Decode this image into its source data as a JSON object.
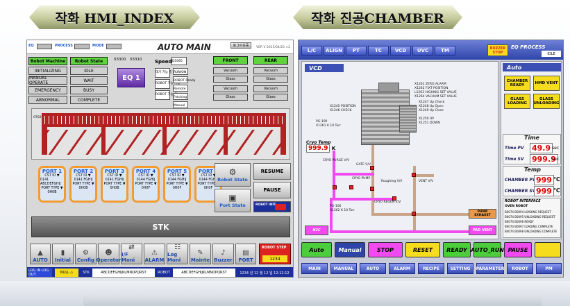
{
  "banners": {
    "left": "작화 HMI_INDEX",
    "right": "작화 진공CHAMBER"
  },
  "hmi_index": {
    "top": {
      "eq_label": "EQ",
      "process_label": "PROCESS",
      "mode_label": "MODE",
      "title": "AUTO MAIN",
      "logout_label": "로그아웃중",
      "version": "VER V 2015/04/23 ×2"
    },
    "status_columns": {
      "col1": [
        "Robot Machine",
        "INITIALIZING",
        "MANUAL OPERATE",
        "EMERGENCY",
        "ABNORMAL"
      ],
      "col2": [
        "Robot State",
        "IDLE",
        "WAIT",
        "BUSY",
        "COMPLETE"
      ]
    },
    "counters": [
      "03300",
      "03310"
    ],
    "eq_button": "EQ 1",
    "speed_label": "Speed",
    "speed_code": "D5065",
    "robot_status": [
      "대기 가능 중",
      "ROBOT 가능 가능",
      "ROBOT 가능 중",
      "RUN/ON",
      "ROBOT Ready",
      "Remote",
      "Fetching",
      "Manual"
    ],
    "front_label": "FRONT",
    "rear_label": "REAR",
    "front_items": [
      "Vacuum",
      "Glass",
      "Vacuum",
      "Glass"
    ],
    "rear_items": [
      "Vacuum",
      "Glass",
      "Vacuum",
      "Glass"
    ],
    "conveyor_code": "07020",
    "ports": [
      {
        "title": "PORT 1",
        "cst": "CST ID ▼",
        "id": "0141 ABCDEFGHIJ",
        "type": "PORT TYPE ▼",
        "code": "0H0B"
      },
      {
        "title": "PORT 2",
        "cst": "CST ID ▼",
        "id": "0141 FGHIJ",
        "type": "PORT TYPE ▼",
        "code": "0H0B"
      },
      {
        "title": "PORT 3",
        "cst": "CST ID ▼",
        "id": "0141 FGHIJ",
        "type": "PORT TYPE ▼",
        "code": "0H0B"
      },
      {
        "title": "PORT 4",
        "cst": "CST ID ▼",
        "id": "0144 FGHIJ",
        "type": "PORT TYPE ▼",
        "code": "0H0F"
      },
      {
        "title": "PORT 5",
        "cst": "CST ID ▼",
        "id": "0144 FGHIJ",
        "type": "PORT TYPE ▼",
        "code": "0H0F"
      },
      {
        "title": "PORT 6",
        "cst": "CST ID ▼",
        "id": "0144 FGHIJ",
        "type": "PORT TYPE ▼",
        "code": "0H0F"
      }
    ],
    "robot_state_btn": "Robot State",
    "port_state_btn": "Port State",
    "resume_btn": "RESUME",
    "pause_btn": "PAUSE",
    "robot_init": "ROBOT INIT",
    "stk_label": "STK",
    "nav": [
      "AUTO",
      "Initial",
      "Config",
      "Operator",
      "I/F Moni",
      "ALARM",
      "Log Moni",
      "Mainte",
      "Buzzer",
      "PORT"
    ],
    "robot_step_label": "ROBOT STEP",
    "robot_step_value": "1234",
    "bottom": {
      "login": "LOG IN LOG OUT",
      "null": "NULL ◇",
      "stk": "STK",
      "alphabet": "ABCDEFGHIJKLMNOPQRST",
      "robot": "ROBOT",
      "alphabet2": "ABCDEFGHIJKLMNOPQRST",
      "datetime": "1234 년 12 월 12 일 12:12:12"
    }
  },
  "vacuum_chamber": {
    "tabs": [
      "L/C",
      "ALIGN",
      "PT",
      "TC",
      "VCD",
      "UVC",
      "TM"
    ],
    "buzzer_stop": "BUZZER STOP",
    "eq_process": "EQ PROCESS",
    "idle_label": "IDLE",
    "diagram_title": "VCD",
    "alarm_labels": [
      "X1261 ZERO ALARM",
      "X1262 FIXT POSITION",
      "L1263 HIGHING SET VALUE",
      "X1264 VACUUM SET VALUE"
    ],
    "position_labels": [
      "X1245 POSITION",
      "X1246 CHECK",
      "X1247 Up Check",
      "X1248 Up Open",
      "X1249 Up Close",
      "X1250 UP",
      "X1251 DOWN"
    ],
    "gauge_labels": [
      "PG-100",
      "X1261 K 10 Torr",
      "PG-100",
      "X1262 K 10 Torr"
    ],
    "cryo_temp_label": "Cryo Temp",
    "cryo_temp_value": "999.9",
    "cryo_unit": "K",
    "valve_labels": [
      "CRYO PURGE V/V",
      "GATE V/V",
      "CRYO PUMP",
      "Roughing V/V",
      "VENT V/V",
      "CRYO REGEN V/V",
      "PUMP EXHAUST",
      "N2C",
      "PAD VENT"
    ],
    "auto_title": "Auto",
    "auto_buttons": [
      "CHAMBER READY",
      "HMD VENT",
      "GLASS LOADING",
      "GLASS UNLOADING"
    ],
    "time_title": "Time",
    "time_pv_label": "Time PV",
    "time_pv_value": "49.9",
    "time_sv_label": "Time SV",
    "time_sv_value": "999.9",
    "time_unit": "sec",
    "temp_title": "Temp",
    "chamber_pv_label": "CHAMBER PV",
    "chamber_pv_value": "999",
    "chamber_sv_label": "CHAMBER SV",
    "chamber_sv_value": "999",
    "temp_unit": "℃",
    "robot_interface_title": "ROBOT INTERFACE",
    "robot_interface_sub": "OVEN ROBOT",
    "robot_interface_items": [
      "B0074 B0094 LOADING REQUEST",
      "B0074 B0095 UNLOADING REQUEST",
      "B0074 B0096 READY",
      "B0074 B0097 LOADING COMPLETE",
      "B0074 B0098 UNLOADING COMPLETE"
    ],
    "action_buttons": [
      "Auto",
      "Manual",
      "STOP",
      "RESET",
      "READY",
      "AUTO_RUN",
      "PAUSE"
    ],
    "bottom_buttons": [
      "MAIN",
      "MANUAL",
      "AUTO",
      "ALARM",
      "RECIPE",
      "SETTING",
      "PARAMETER",
      "ROBOT",
      "PM"
    ]
  },
  "colors": {
    "accent_blue": "#2e44a8",
    "green": "#5fd23e",
    "orange": "#f29b30",
    "red": "#b22222",
    "yellow": "#f5dd1e"
  }
}
